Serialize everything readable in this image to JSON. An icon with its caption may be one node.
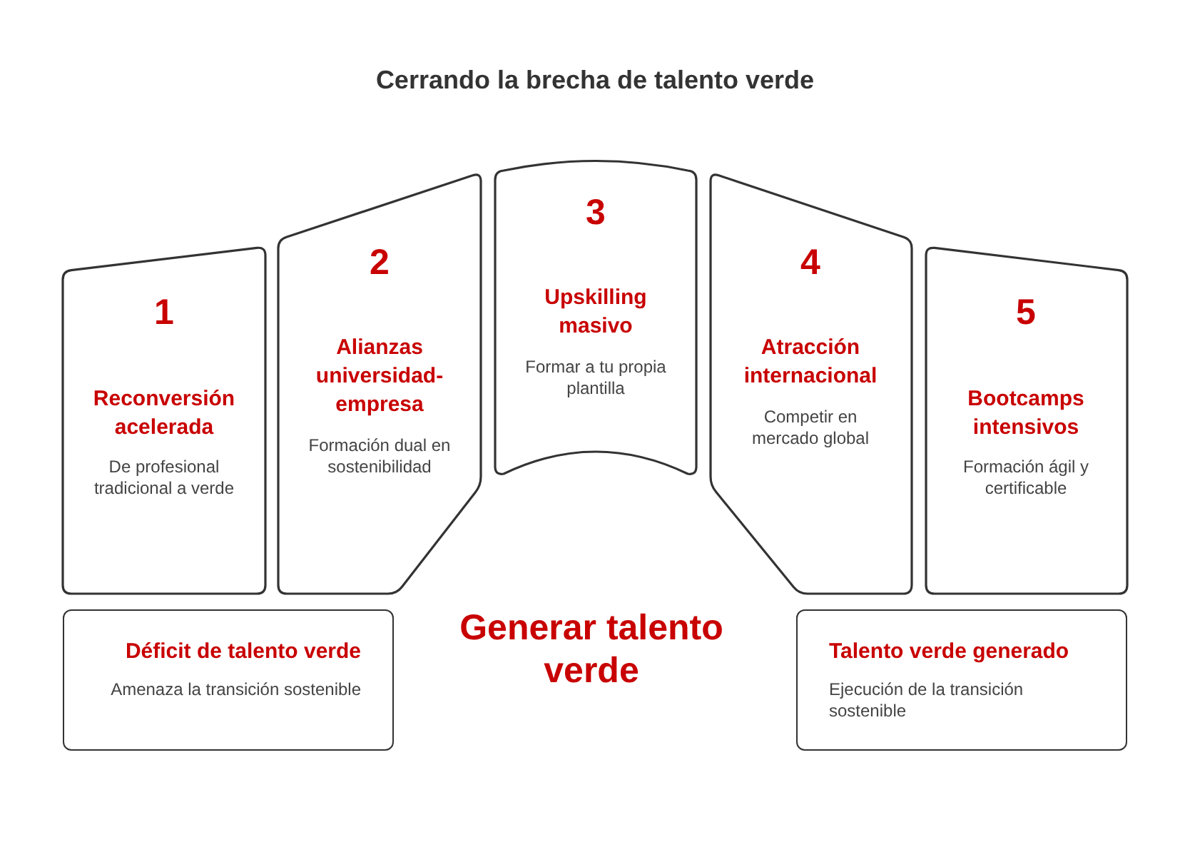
{
  "diagram": {
    "title": "Cerrando la brecha de talento verde",
    "nodes": [
      {
        "text": [
          "1",
          "Reconversión acelerada",
          "De profesional tradicional a verde"
        ]
      },
      {
        "text": [
          "2",
          "Alianzas universidad-empresa",
          "Formación dual en sostenibilidad"
        ]
      },
      {
        "text": [
          "3",
          "Upskilling masivo",
          "Formar a tu propia plantilla"
        ]
      },
      {
        "text": [
          "4",
          "Atracción internacional",
          "Competir en mercado global"
        ]
      },
      {
        "text": [
          "5",
          "Bootcamps intensivos",
          "Formación ágil y certificable"
        ]
      },
      {
        "text": [
          "Déficit de talento verde",
          "Amenaza la transición sostenible"
        ]
      },
      {
        "text": [
          "Talento verde generado",
          "Ejecución de la transición sostenible"
        ]
      }
    ],
    "labels": [
      "Generar talento verde"
    ]
  }
}
